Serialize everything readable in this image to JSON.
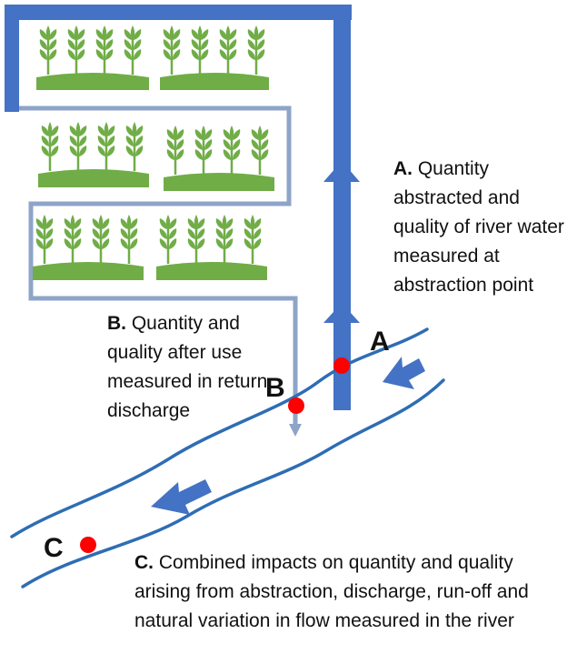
{
  "points": {
    "a": {
      "letter": "A",
      "label_prefix": "A.",
      "text": "Quantity abstracted and quality of river water measured at abstraction point"
    },
    "b": {
      "letter": "B",
      "label_prefix": "B.",
      "text": "Quantity and quality after use measured in return discharge"
    },
    "c": {
      "letter": "C",
      "label_prefix": "C.",
      "text": "Combined impacts on quantity and quality arising from abstraction, discharge, run-off and natural variation in flow measured in the river"
    }
  },
  "colors": {
    "abstraction_pipe": "#4472c4",
    "return_pipe": "#8ea4c8",
    "river_bank": "#2e6db4",
    "flow_arrow": "#4472c4",
    "crop": "#70ad47",
    "soil": "#70ad47",
    "measurement_point": "#ff0000"
  },
  "icons": {
    "crop": "wheat-icon",
    "flow": "flow-arrow-icon",
    "measurement": "measurement-point-icon"
  }
}
